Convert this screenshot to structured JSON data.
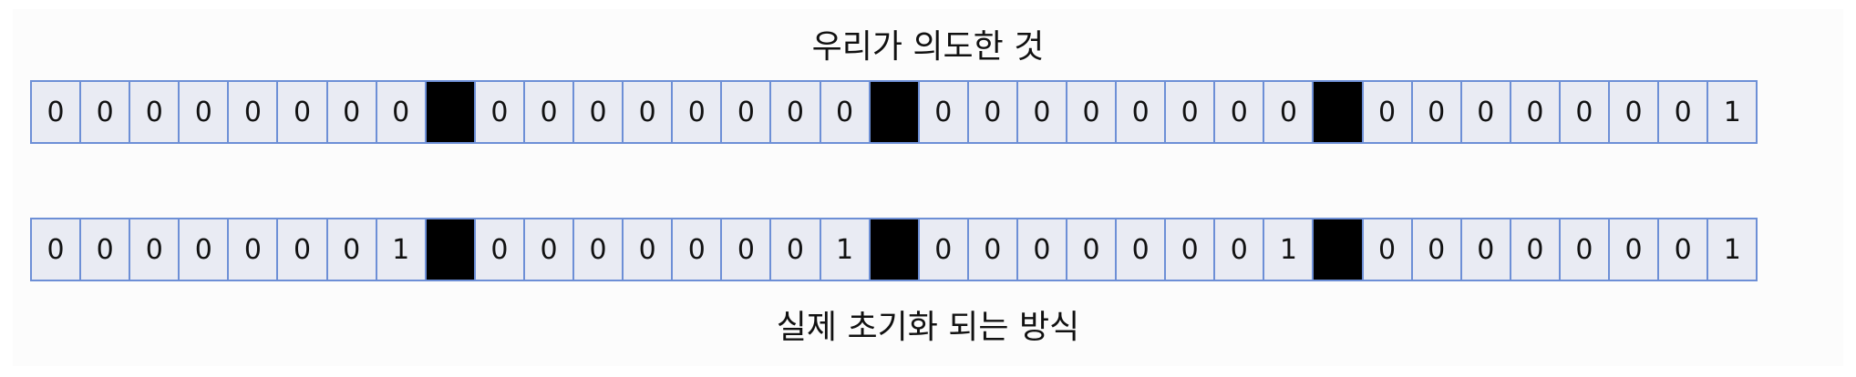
{
  "captions": {
    "intended": "우리가 의도한 것",
    "actual": "실제 초기화 되는 방식"
  },
  "colors": {
    "cell_fill": "#e9ebf3",
    "cell_border": "#6d8fd6",
    "separator": "#000000",
    "text": "#111111"
  },
  "rows": [
    {
      "name": "intended",
      "groups": [
        [
          "0",
          "0",
          "0",
          "0",
          "0",
          "0",
          "0",
          "0"
        ],
        [
          "0",
          "0",
          "0",
          "0",
          "0",
          "0",
          "0",
          "0"
        ],
        [
          "0",
          "0",
          "0",
          "0",
          "0",
          "0",
          "0",
          "0"
        ],
        [
          "0",
          "0",
          "0",
          "0",
          "0",
          "0",
          "0",
          "1"
        ]
      ]
    },
    {
      "name": "actual",
      "groups": [
        [
          "0",
          "0",
          "0",
          "0",
          "0",
          "0",
          "0",
          "1"
        ],
        [
          "0",
          "0",
          "0",
          "0",
          "0",
          "0",
          "0",
          "1"
        ],
        [
          "0",
          "0",
          "0",
          "0",
          "0",
          "0",
          "0",
          "1"
        ],
        [
          "0",
          "0",
          "0",
          "0",
          "0",
          "0",
          "0",
          "1"
        ]
      ]
    }
  ]
}
